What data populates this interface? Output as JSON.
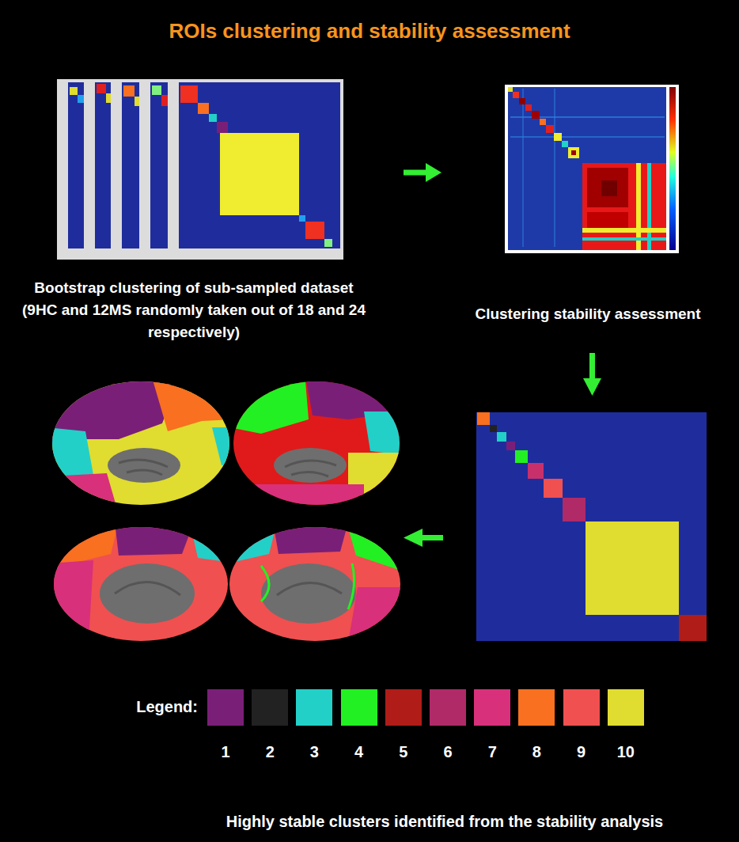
{
  "diagram": {
    "title": "ROIs clustering and stability assessment",
    "caption": "Highly stable clusters identified from the stability analysis",
    "nodes": [
      {
        "text": [
          "Bootstrap clustering of sub-sampled dataset (9HC and 12MS randomly taken out of 18 and 24 respectively)"
        ]
      },
      {
        "text": [
          "Clustering stability assessment"
        ]
      }
    ],
    "edges": [
      {
        "from": 0,
        "to": 1,
        "arrow": "to"
      }
    ],
    "labels": [
      "Legend:"
    ],
    "legend": [
      {
        "text": "1",
        "color": "#7a1f78"
      },
      {
        "text": "2",
        "color": "#222222"
      },
      {
        "text": "3",
        "color": "#22d0c8"
      },
      {
        "text": "4",
        "color": "#22f022"
      },
      {
        "text": "5",
        "color": "#b01c18"
      },
      {
        "text": "6",
        "color": "#b02a68"
      },
      {
        "text": "7",
        "color": "#d8307a"
      },
      {
        "text": "8",
        "color": "#f87020"
      },
      {
        "text": "9",
        "color": "#f05050"
      },
      {
        "text": "10",
        "color": "#e0dc30"
      }
    ]
  }
}
